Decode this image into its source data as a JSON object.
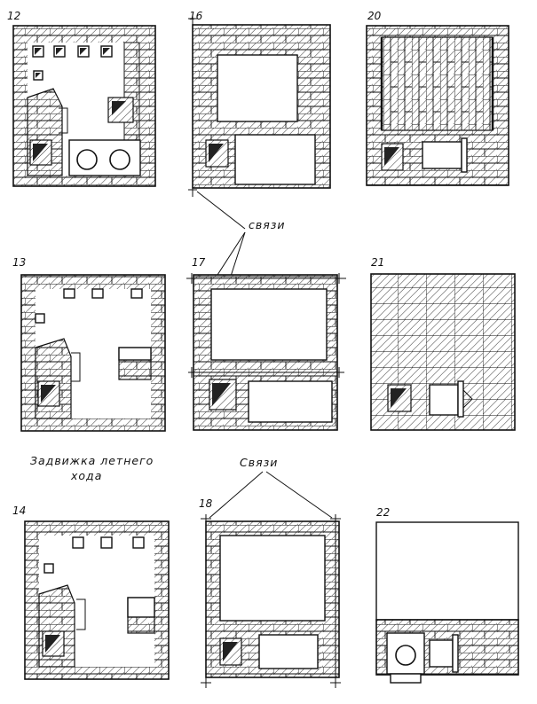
{
  "panels": [
    {
      "id": "12",
      "label": "12"
    },
    {
      "id": "16",
      "label": "16"
    },
    {
      "id": "20",
      "label": "20"
    },
    {
      "id": "13",
      "label": "13"
    },
    {
      "id": "17",
      "label": "17"
    },
    {
      "id": "21",
      "label": "21"
    },
    {
      "id": "14",
      "label": "14"
    },
    {
      "id": "18",
      "label": "18"
    },
    {
      "id": "22",
      "label": "22"
    }
  ],
  "annotations": {
    "ties_top": "связи",
    "ties_bottom": "Связи",
    "damper_line1": "Задвижка летнего",
    "damper_line2": "хода"
  }
}
